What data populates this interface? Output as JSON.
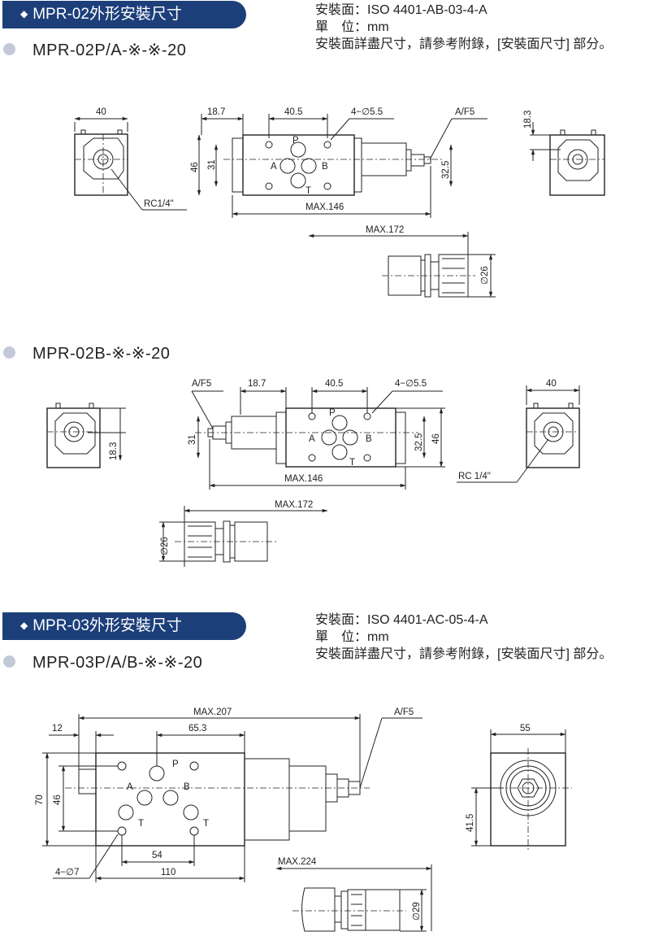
{
  "section1": {
    "header": "MPR-02外形安裝尺寸",
    "spec_lines": [
      "安裝面：ISO 4401-AB-03-4-A",
      "單　位：mm",
      "安裝面詳盡尺寸，請參考附錄，[安裝面尺寸] 部分。"
    ],
    "model_a": "MPR-02P/A-※-※-20",
    "model_b": "MPR-02B-※-※-20",
    "dims_a": {
      "w40": "40",
      "d187": "18.7",
      "d405": "40.5",
      "holes": "4−∅5.5",
      "af": "A/F5",
      "d183": "18.3",
      "h46": "46",
      "h31": "31",
      "d325": "32.5",
      "max146": "MAX.146",
      "rc": "RC1/4\"",
      "max172": "MAX.172",
      "dia26": "∅26",
      "P": "P",
      "A": "A",
      "B": "B",
      "T": "T"
    },
    "dims_b": {
      "af": "A/F5",
      "d187": "18.7",
      "d405": "40.5",
      "holes": "4−∅5.5",
      "w40": "40",
      "h31": "31",
      "d325": "32.5",
      "h46": "46",
      "d183": "18.3",
      "max146": "MAX.146",
      "rc": "RC 1/4\"",
      "max172": "MAX.172",
      "dia26": "∅26",
      "P": "P",
      "A": "A",
      "B": "B",
      "T": "T"
    }
  },
  "section2": {
    "header": "MPR-03外形安裝尺寸",
    "spec_lines": [
      "安裝面：ISO 4401-AC-05-4-A",
      "單　位：mm",
      "安裝面詳盡尺寸，請參考附錄，[安裝面尺寸] 部分。"
    ],
    "model": "MPR-03P/A/B-※-※-20",
    "dims": {
      "max207": "MAX.207",
      "d12": "12",
      "d653": "65.3",
      "af": "A/F5",
      "w55": "55",
      "h70": "70",
      "h46": "46",
      "d54": "54",
      "d110": "110",
      "holes": "4−∅7",
      "d415": "41.5",
      "max224": "MAX.224",
      "dia29": "∅29",
      "P": "P",
      "A": "A",
      "B": "B",
      "T1": "T",
      "T2": "T"
    }
  }
}
